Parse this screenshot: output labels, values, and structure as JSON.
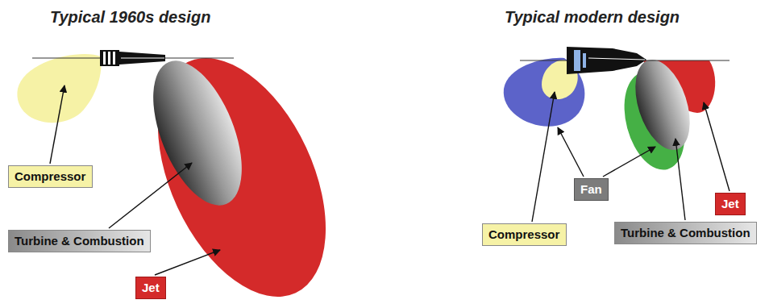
{
  "diagram": {
    "nodes": [
      {
        "text": [
          "Compressor"
        ]
      },
      {
        "text": [
          "Turbine & Combustion"
        ]
      },
      {
        "text": [
          "Jet"
        ]
      },
      {
        "text": [
          "Fan"
        ]
      },
      {
        "text": [
          "Compressor"
        ]
      },
      {
        "text": [
          "Turbine & Combustion"
        ]
      },
      {
        "text": [
          "Jet"
        ]
      }
    ],
    "labels": [
      "Typical 1960s design",
      "Typical modern design"
    ]
  }
}
